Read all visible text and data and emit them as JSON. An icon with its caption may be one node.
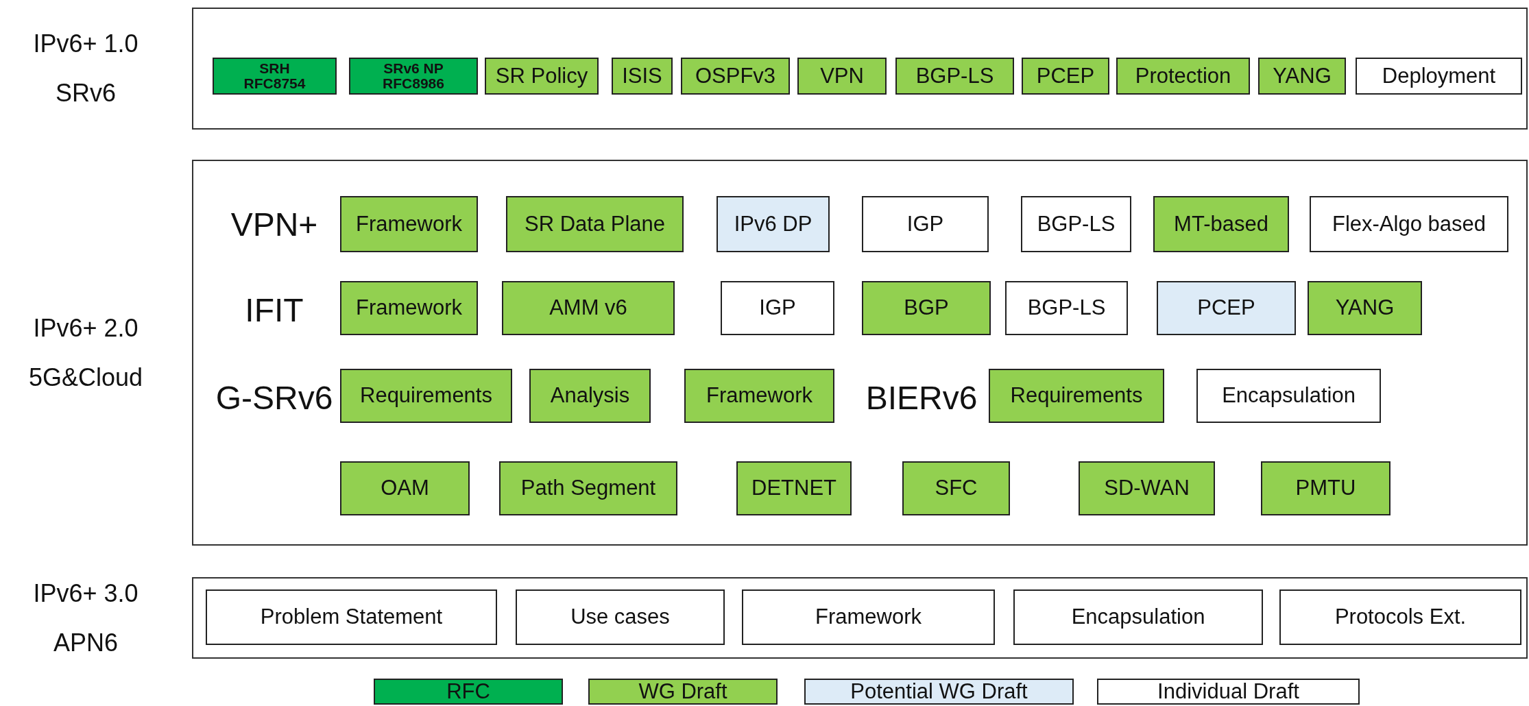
{
  "diagram": {
    "nodes": [
      {
        "text": [
          "IPv6+ 1.0 SRv6"
        ]
      },
      {
        "text": [
          "SRH RFC8754"
        ],
        "in": 0
      },
      {
        "text": [
          "SRv6 NP RFC8986"
        ],
        "in": 0
      },
      {
        "text": [
          "SR Policy"
        ],
        "in": 0
      },
      {
        "text": [
          "ISIS"
        ],
        "in": 0
      },
      {
        "text": [
          "OSPFv3"
        ],
        "in": 0
      },
      {
        "text": [
          "VPN"
        ],
        "in": 0
      },
      {
        "text": [
          "BGP-LS"
        ],
        "in": 0
      },
      {
        "text": [
          "PCEP"
        ],
        "in": 0
      },
      {
        "text": [
          "Protection"
        ],
        "in": 0
      },
      {
        "text": [
          "YANG"
        ],
        "in": 0
      },
      {
        "text": [
          "Deployment"
        ],
        "in": 0
      },
      {
        "text": [
          "IPv6+ 2.0 5G&Cloud"
        ]
      },
      {
        "text": [
          "Framework"
        ],
        "in": 12
      },
      {
        "text": [
          "SR Data Plane"
        ],
        "in": 12
      },
      {
        "text": [
          "IPv6 DP"
        ],
        "in": 12
      },
      {
        "text": [
          "IGP"
        ],
        "in": 12
      },
      {
        "text": [
          "BGP-LS"
        ],
        "in": 12
      },
      {
        "text": [
          "MT-based"
        ],
        "in": 12
      },
      {
        "text": [
          "Flex-Algo based"
        ],
        "in": 12
      },
      {
        "text": [
          "Framework"
        ],
        "in": 12
      },
      {
        "text": [
          "AMM v6"
        ],
        "in": 12
      },
      {
        "text": [
          "IGP"
        ],
        "in": 12
      },
      {
        "text": [
          "BGP"
        ],
        "in": 12
      },
      {
        "text": [
          "BGP-LS"
        ],
        "in": 12
      },
      {
        "text": [
          "PCEP"
        ],
        "in": 12
      },
      {
        "text": [
          "YANG"
        ],
        "in": 12
      },
      {
        "text": [
          "Requirements"
        ],
        "in": 12
      },
      {
        "text": [
          "Analysis"
        ],
        "in": 12
      },
      {
        "text": [
          "Framework"
        ],
        "in": 12
      },
      {
        "text": [
          "Requirements"
        ],
        "in": 12
      },
      {
        "text": [
          "Encapsulation"
        ],
        "in": 12
      },
      {
        "text": [
          "OAM"
        ],
        "in": 12
      },
      {
        "text": [
          "Path Segment"
        ],
        "in": 12
      },
      {
        "text": [
          "DETNET"
        ],
        "in": 12
      },
      {
        "text": [
          "SFC"
        ],
        "in": 12
      },
      {
        "text": [
          "SD-WAN"
        ],
        "in": 12
      },
      {
        "text": [
          "PMTU"
        ],
        "in": 12
      },
      {
        "text": [
          "IPv6+ 3.0 APN6"
        ]
      },
      {
        "text": [
          "Problem Statement"
        ],
        "in": 38
      },
      {
        "text": [
          "Use cases"
        ],
        "in": 38
      },
      {
        "text": [
          "Framework"
        ],
        "in": 38
      },
      {
        "text": [
          "Encapsulation"
        ],
        "in": 38
      },
      {
        "text": [
          "Protocols Ext."
        ],
        "in": 38
      }
    ],
    "labels": [
      "VPN+",
      "IFIT",
      "G-SRv6",
      "BIERv6"
    ],
    "legend": [
      {
        "text": "RFC",
        "color": "#00b050"
      },
      {
        "text": "WG Draft",
        "color": "#92d050"
      },
      {
        "text": "Potential WG Draft",
        "color": "#ddebf7"
      },
      {
        "text": "Individual Draft",
        "color": "#ffffff"
      }
    ]
  }
}
